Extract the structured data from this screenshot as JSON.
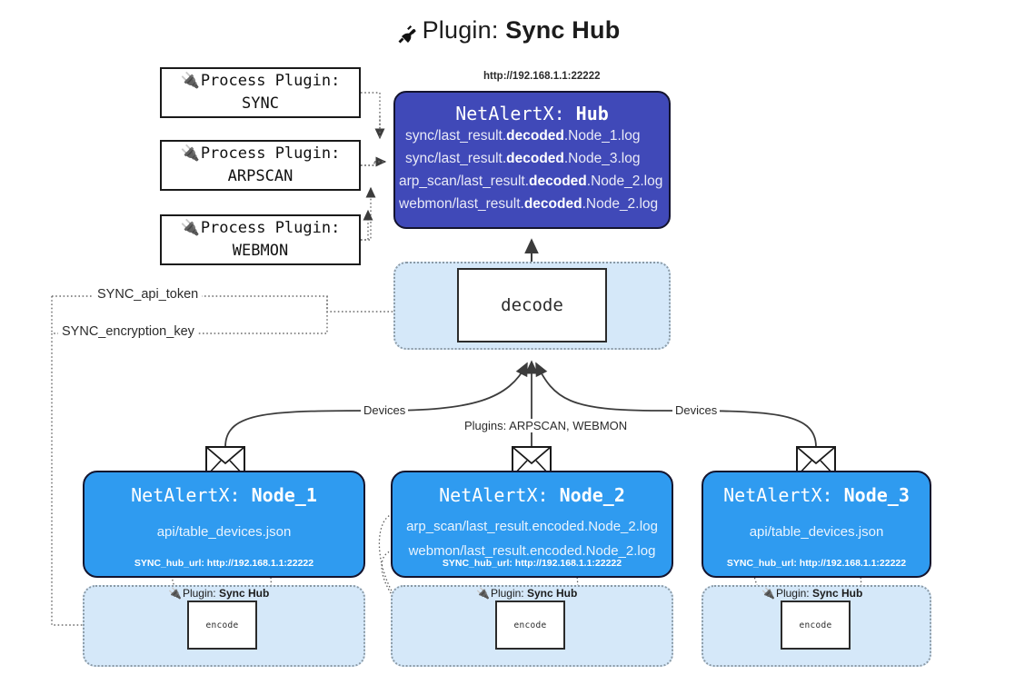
{
  "header": {
    "icon": "plug-icon",
    "prefix": "Plugin:",
    "title": "Sync Hub"
  },
  "process_plugins": [
    {
      "icon": "plug-icon",
      "line1": "Process Plugin:",
      "line2": "SYNC"
    },
    {
      "icon": "plug-icon",
      "line1": "Process Plugin:",
      "line2": "ARPSCAN"
    },
    {
      "icon": "plug-icon",
      "line1": "Process Plugin:",
      "line2": "WEBMON"
    }
  ],
  "hub": {
    "url": "http://192.168.1.1:22222",
    "title_prefix": "NetAlertX:",
    "title_name": "Hub",
    "logs": [
      {
        "pre": "sync/last_result.",
        "mid": "decoded",
        "post": ".Node_1.log"
      },
      {
        "pre": "sync/last_result.",
        "mid": "decoded",
        "post": ".Node_3.log"
      },
      {
        "pre": "arp_scan/last_result.",
        "mid": "decoded",
        "post": ".Node_2.log"
      },
      {
        "pre": "webmon/last_result.",
        "mid": "decoded",
        "post": ".Node_2.log"
      }
    ]
  },
  "decode": {
    "label": "decode"
  },
  "secrets": {
    "api_token": "SYNC_api_token",
    "encryption_key": "SYNC_encryption_key"
  },
  "edge_labels": {
    "left_devices": "Devices",
    "right_devices": "Devices",
    "center_plugins": "Plugins: ARPSCAN, WEBMON"
  },
  "nodes": [
    {
      "icon": "envelope-icon",
      "title_prefix": "NetAlertX:",
      "title_name": "Node_1",
      "lines": [
        "api/table_devices.json"
      ],
      "footer": "SYNC_hub_url: http://192.168.1.1:22222",
      "plugin_tag_prefix": "Plugin:",
      "plugin_tag_name": "Sync Hub",
      "encode_label": "encode"
    },
    {
      "icon": "envelope-icon",
      "title_prefix": "NetAlertX:",
      "title_name": "Node_2",
      "lines": [
        "arp_scan/last_result.encoded.Node_2.log",
        "webmon/last_result.encoded.Node_2.log"
      ],
      "footer": "SYNC_hub_url: http://192.168.1.1:22222",
      "plugin_tag_prefix": "Plugin:",
      "plugin_tag_name": "Sync Hub",
      "encode_label": "encode"
    },
    {
      "icon": "envelope-icon",
      "title_prefix": "NetAlertX:",
      "title_name": "Node_3",
      "lines": [
        "api/table_devices.json"
      ],
      "footer": "SYNC_hub_url: http://192.168.1.1:22222",
      "plugin_tag_prefix": "Plugin:",
      "plugin_tag_name": "Sync Hub",
      "encode_label": "encode"
    }
  ],
  "colors": {
    "hub_fill": "#4049b8",
    "node_fill": "#2f9bf0",
    "container_fill": "#d5e8f9",
    "line": "#3c3c3c"
  }
}
